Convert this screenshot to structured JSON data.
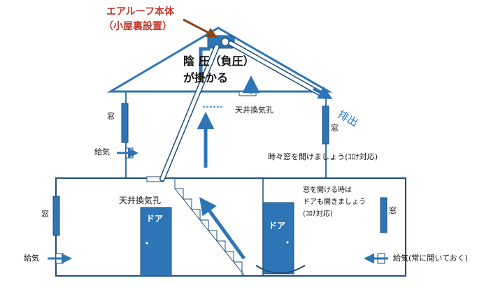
{
  "unit": {
    "name": "エアルーフ本体",
    "placement": "（小屋裏設置）"
  },
  "negative_pressure": {
    "line1": "陰 圧（負圧）",
    "line2": "が掛かる"
  },
  "exhaust": "排出",
  "upper_floor": {
    "window_left": "窓",
    "window_right": "窓",
    "air_supply": "給気",
    "ceiling_vent": "天井換気孔",
    "advice": "時々窓を開けましょう(ｺﾛﾅ対応)"
  },
  "lower_floor": {
    "ceiling_vent": "天井換気孔",
    "window_left": "窓",
    "window_right": "窓",
    "air_supply_left": "給気",
    "air_supply_right": "給気(常に開いておく)",
    "door_left": "ドア",
    "door_right": "ドア",
    "door_note_line1": "窓を開ける時は",
    "door_note_line2": "ドアも開きましょう",
    "door_note_line3": "(ｺﾛﾅ対応)"
  },
  "colors": {
    "accent_blue": "#2e75b6",
    "outline_blue": "#1f4e79",
    "callout_red": "#c0392b",
    "leader_brown": "#8b4513"
  }
}
